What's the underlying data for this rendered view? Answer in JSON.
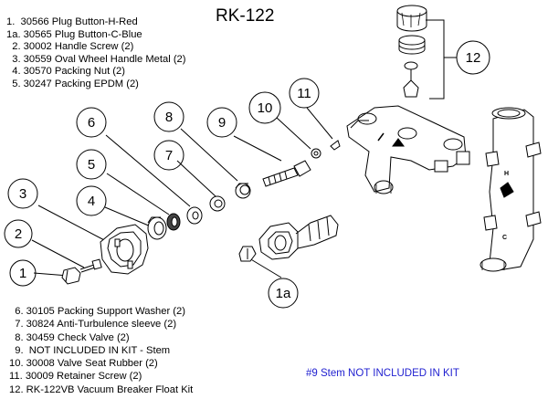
{
  "title": "RK-122",
  "parts_top": [
    "1.  30566 Plug Button-H-Red",
    "1a. 30565 Plug Button-C-Blue",
    "  2. 30002 Handle Screw (2)",
    "  3. 30559 Oval Wheel Handle Metal (2)",
    "  4. 30570 Packing Nut (2)",
    "  5. 30247 Packing EPDM (2)"
  ],
  "parts_bottom": [
    "  6. 30105 Packing Support Washer (2)",
    "  7. 30824 Anti-Turbulence sleeve (2)",
    "  8. 30459 Check Valve (2)",
    "  9.  NOT INCLUDED IN KIT - Stem",
    "10. 30008 Valve Seat Rubber (2)",
    "11. 30009 Retainer Screw (2)",
    "12. RK-122VB Vacuum Breaker Float Kit"
  ],
  "note": "#9 Stem  NOT INCLUDED IN KIT",
  "callouts": {
    "c1": "1",
    "c1a": "1a",
    "c2": "2",
    "c3": "3",
    "c4": "4",
    "c5": "5",
    "c6": "6",
    "c7": "7",
    "c8": "8",
    "c9": "9",
    "c10": "10",
    "c11": "11",
    "c12": "12"
  },
  "markings": {
    "h": "H",
    "c": "C"
  },
  "colors": {
    "note": "#1f1fd0",
    "line": "#000000"
  }
}
